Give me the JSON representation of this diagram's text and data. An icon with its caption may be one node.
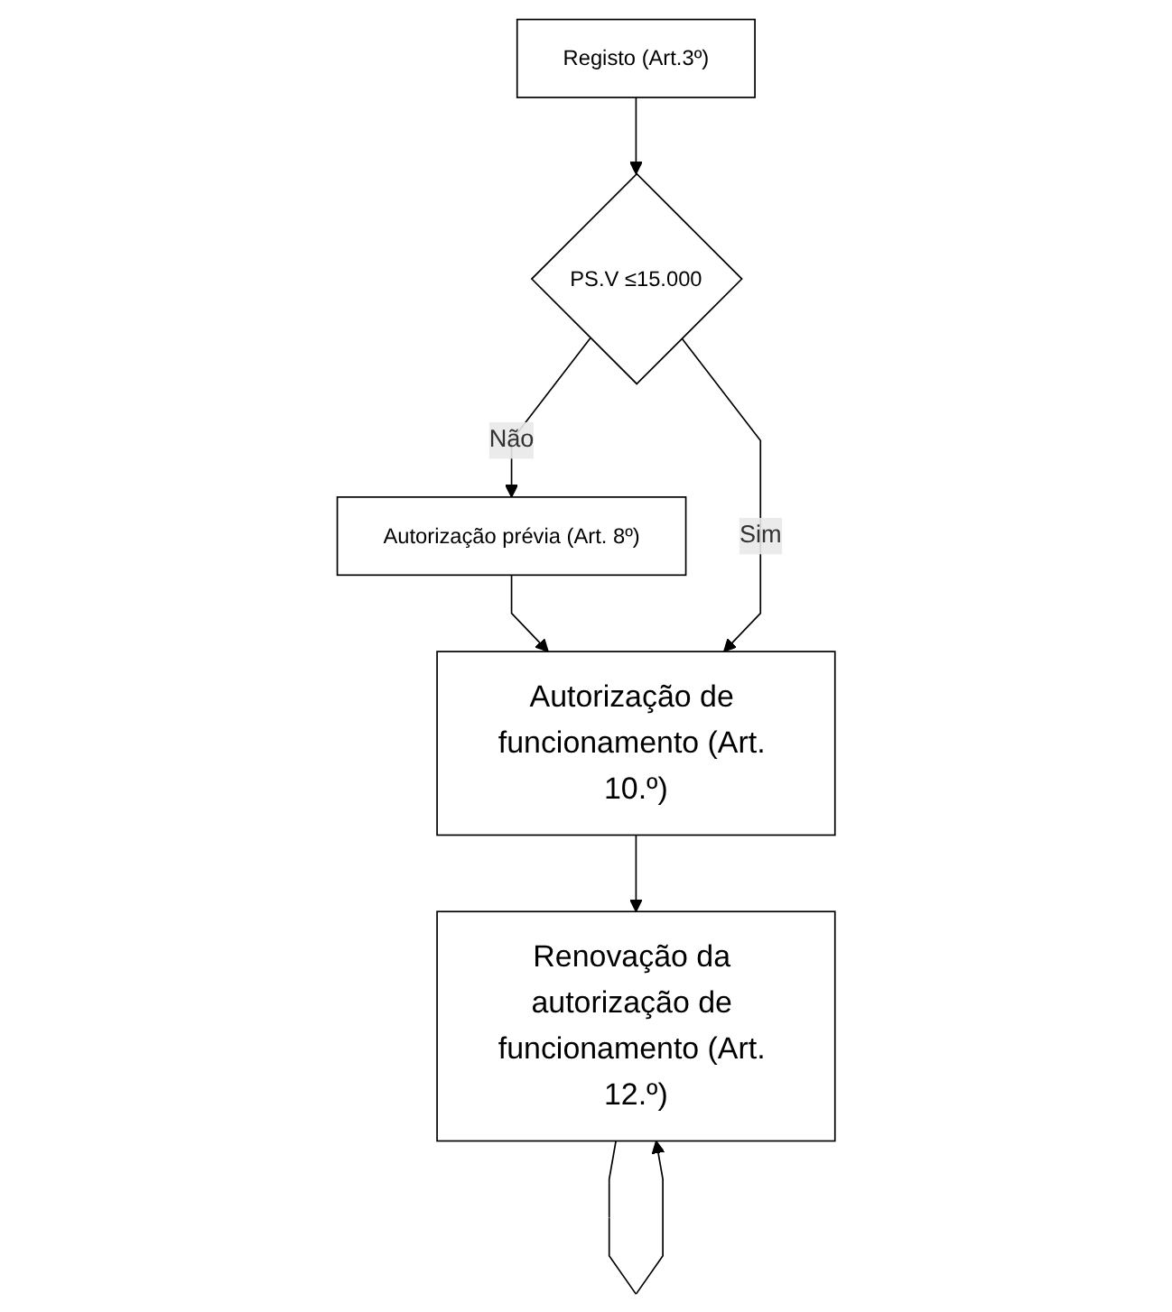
{
  "diagram": {
    "nodes": [
      {
        "text": [
          "Registo (Art.3º)"
        ]
      },
      {
        "text": [
          "PS.V ≤15.000"
        ]
      },
      {
        "text": [
          "Autorização prévia (Art. 8º)"
        ]
      },
      {
        "text": [
          "Autorização de funcionamento (Art. 10.º)"
        ]
      },
      {
        "text": [
          "Renovação da autorização de funcionamento (Art. 12.º)"
        ]
      }
    ],
    "edges": [
      {
        "from": 0,
        "to": 1,
        "arrow": "to"
      },
      {
        "from": 1,
        "to": 2,
        "arrow": "to",
        "label": "Não"
      },
      {
        "from": 2,
        "to": 3,
        "arrow": "to"
      },
      {
        "from": 1,
        "to": 3,
        "arrow": "to",
        "label": "Sim"
      },
      {
        "from": 3,
        "to": 4,
        "arrow": "to"
      },
      {
        "from": 4,
        "to": 4,
        "arrow": "to"
      }
    ]
  }
}
